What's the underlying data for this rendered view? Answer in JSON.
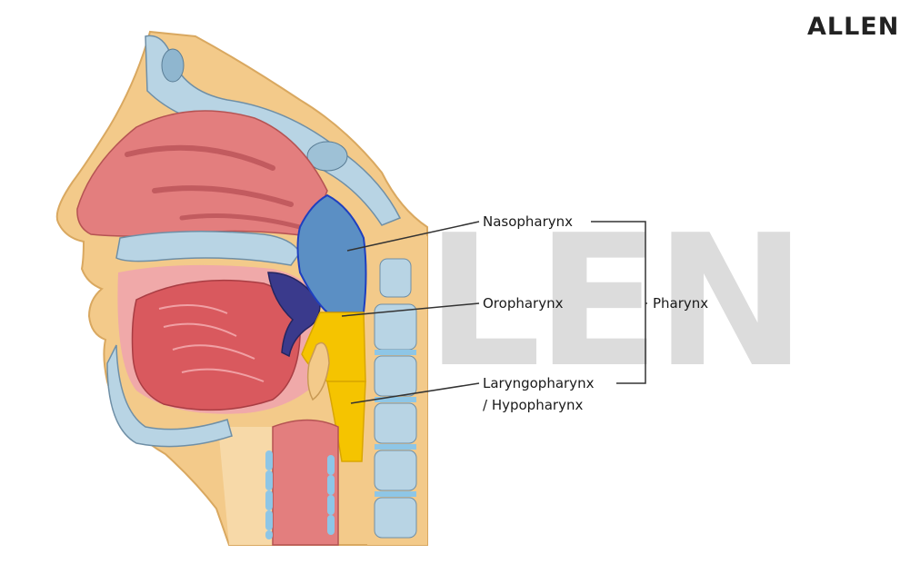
{
  "brand": {
    "logo_text": "ALLEN"
  },
  "watermark": {
    "text": "LEN"
  },
  "labels": {
    "nasopharynx": "Nasopharynx",
    "oropharynx": "Oropharynx",
    "laryngopharynx_line1": "Laryngopharynx",
    "laryngopharynx_line2": "/ Hypopharynx",
    "pharynx": "Pharynx"
  },
  "colors": {
    "nasopharynx_region": "#5b8fc4",
    "oropharynx_region": "#f5c400",
    "laryngopharynx_region": "#f5c400",
    "soft_palate": "#3a3a8c",
    "tongue": "#d9595e",
    "nasal_mucosa": "#e37e7e",
    "skin": "#f3ca8a",
    "bone": "#b8d4e4",
    "cartilage": "#8ec6e6"
  }
}
